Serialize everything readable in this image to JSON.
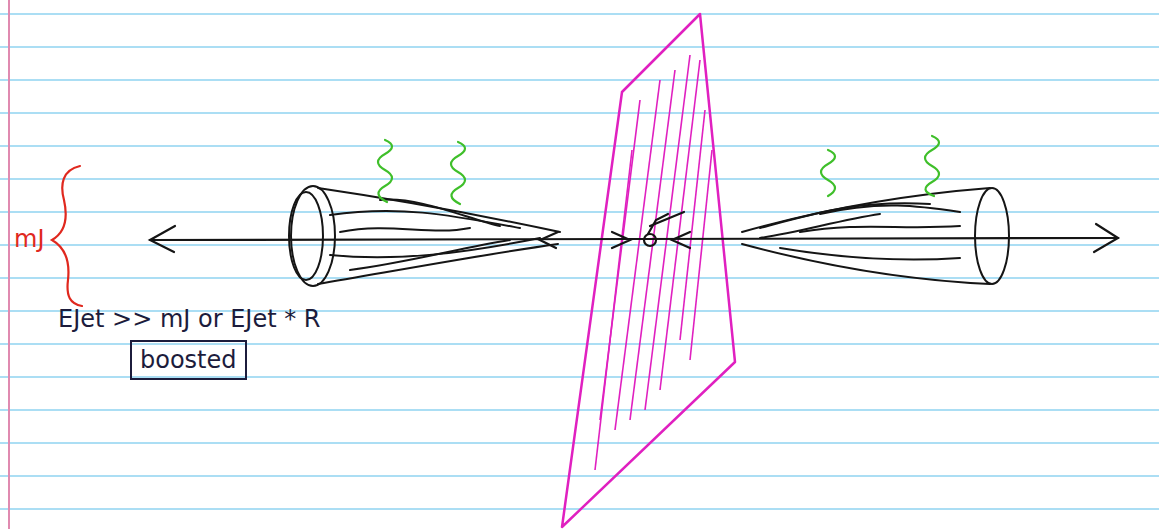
{
  "diagram": {
    "nodes": [
      {
        "text": [
          "boosted"
        ]
      }
    ],
    "labels": [
      "mJ",
      "EJet >> mJ or EJet * R"
    ]
  }
}
